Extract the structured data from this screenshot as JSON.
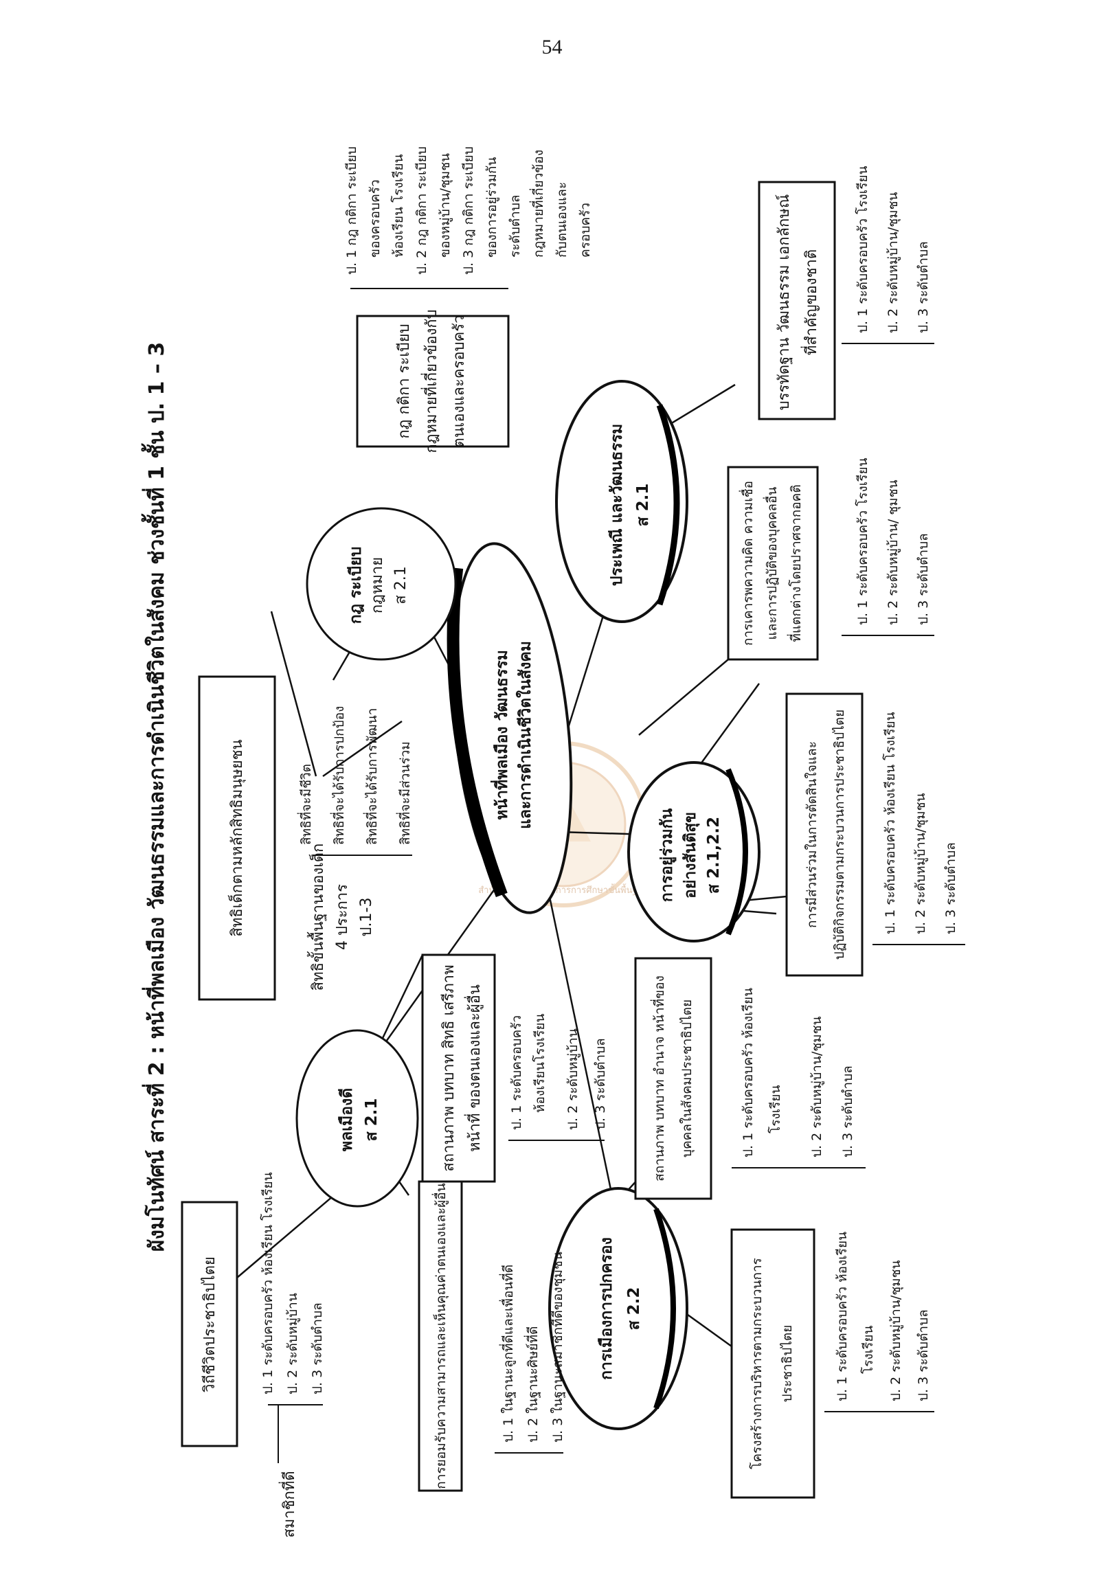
{
  "page_number": "54",
  "title": "ผังมโนทัศน์ สาระที่ 2 : หน้าที่พลเมือง วัฒนธรรมและการดำเนินชีวิตในสังคม ช่วงชั้นที่ 1 ชั้น ป. 1 – 3",
  "center": {
    "line1": "หน้าที่พลเมือง วัฒนธรรม",
    "line2": "และการดำเนินชีวิตในสังคม"
  },
  "nodes": {
    "good_citizen": {
      "line1": "พลเมืองดี",
      "line2": "ส 2.1"
    },
    "rules": {
      "line1": "กฎ ระเบียบ",
      "line2": "กฎหมาย",
      "line3": "ส 2.1"
    },
    "tradition": {
      "line1": "ประเพณี และวัฒนธรรม",
      "line2": "ส 2.1"
    },
    "coexist": {
      "line1": "การอยู่ร่วมกัน",
      "line2": "อย่างสันติสุข",
      "line3": "ส 2.1,2.2"
    },
    "politics": {
      "line1": "การเมืองการปกครอง",
      "line2": "ส 2.2"
    }
  },
  "democracy_life": {
    "box": "วิถีชีวิตประชาธิปไตย",
    "label": "สมาชิกที่ดี",
    "items": [
      "ป. 1 ระดับครอบครัว ห้องเรียน โรงเรียน",
      "ป. 2 ระดับหมู่บ้าน",
      "ป. 3 ระดับตำบล"
    ]
  },
  "child_rights": {
    "box": "สิทธิเด็กตามหลักสิทธิมนุษยชน",
    "label_lines": [
      "สิทธิขั้นพื้นฐานของเด็ก",
      "4 ประการ",
      "ป.1-3"
    ],
    "items": [
      "สิทธิที่จะมีชีวิต",
      "สิทธิที่จะได้รับการปกป้อง",
      "สิทธิที่จะได้รับการพัฒนา",
      "สิทธิที่จะมีส่วนร่วม"
    ]
  },
  "acceptance": {
    "box": "การยอมรับความสามารถและเห็นคุณค่าตนเองและผู้อื่น",
    "items": [
      "ป. 1 ในฐานะลูกที่ดีและเพื่อนที่ดี",
      "ป. 2 ในฐานะศิษย์ที่ดี",
      "ป. 3 ในฐานะสมาชิกที่ดีของชุมชน"
    ]
  },
  "status_rights": {
    "box_lines": [
      "สถานภาพ บทบาท สิทธิ เสรีภาพ",
      "หน้าที่ ของตนเองและผู้อื่น"
    ],
    "items": [
      "ป. 1 ระดับครอบครัว",
      "ห้องเรียนโรงเรียน",
      "ป. 2 ระดับหมู่บ้าน",
      "ป. 3 ระดับตำบล"
    ]
  },
  "rules_box": {
    "box_lines": [
      "กฎ กติกา ระเบียบ",
      "กฎหมายที่เกี่ยวข้องกับ",
      "ตนเองและครอบครัว"
    ],
    "items": [
      "ป. 1 กฎ กติกา ระเบียบ",
      "ของครอบครัว",
      "ห้องเรียน โรงเรียน",
      "ป. 2 กฎ กติกา ระเบียบ",
      "ของหมู่บ้าน/ชุมชน",
      "ป. 3 กฎ กติกา ระเบียบ",
      "ของการอยู่ร่วมกัน",
      "ระดับตำบล",
      "กฎหมายที่เกี่ยวข้อง",
      "กับตนเองและ",
      "ครอบครัว"
    ]
  },
  "heritage": {
    "box_lines": [
      "บรรทัดฐาน วัฒนธรรม เอกลักษณ์",
      "ที่สำคัญของชาติ"
    ],
    "items": [
      "ป. 1 ระดับครอบครัว โรงเรียน",
      "ป. 2 ระดับหมู่บ้าน/ชุมชน",
      "ป. 3 ระดับตำบล"
    ]
  },
  "respect": {
    "box_lines": [
      "การเคารพความคิด ความเชื่อ",
      "และการปฏิบัติของบุคคลอื่น",
      "ที่แตกต่างโดยปราศจากอคติ"
    ],
    "items": [
      "ป. 1 ระดับครอบครัว โรงเรียน",
      "ป. 2 ระดับหมู่บ้าน/ ชุมชน",
      "ป. 3 ระดับตำบล"
    ]
  },
  "participation": {
    "box_lines": [
      "การมีส่วนร่วมในการตัดสินใจและ",
      "ปฏิบัติกิจกรรมตามกระบวนการประชาธิปไตย"
    ],
    "items": [
      "ป. 1 ระดับครอบครัว ห้องเรียน โรงเรียน",
      "ป. 2 ระดับหมู่บ้าน/ชุมชน",
      "ป. 3 ระดับตำบล"
    ]
  },
  "status_duty": {
    "box_lines": [
      "สถานภาพ บทบาท อำนาจ หน้าที่ของ",
      "บุคคลในสังคมประชาธิปไตย"
    ],
    "items": [
      "ป. 1 ระดับครอบครัว ห้องเรียน",
      "โรงเรียน",
      "ป. 2 ระดับหมู่บ้าน/ชุมชน",
      "ป. 3 ระดับตำบล"
    ]
  },
  "structure": {
    "box_lines": [
      "โครงสร้างการบริหารตามกระบวนการ",
      "ประชาธิปไตย"
    ],
    "items": [
      "ป. 1 ระดับครอบครัว ห้องเรียน",
      "โรงเรียน",
      "ป. 2 ระดับหมู่บ้าน/ชุมชน",
      "ป. 3 ระดับตำบล"
    ]
  },
  "watermark_text": "สำนักงานคณะกรรมการการศึกษาขั้นพื้นฐาน"
}
